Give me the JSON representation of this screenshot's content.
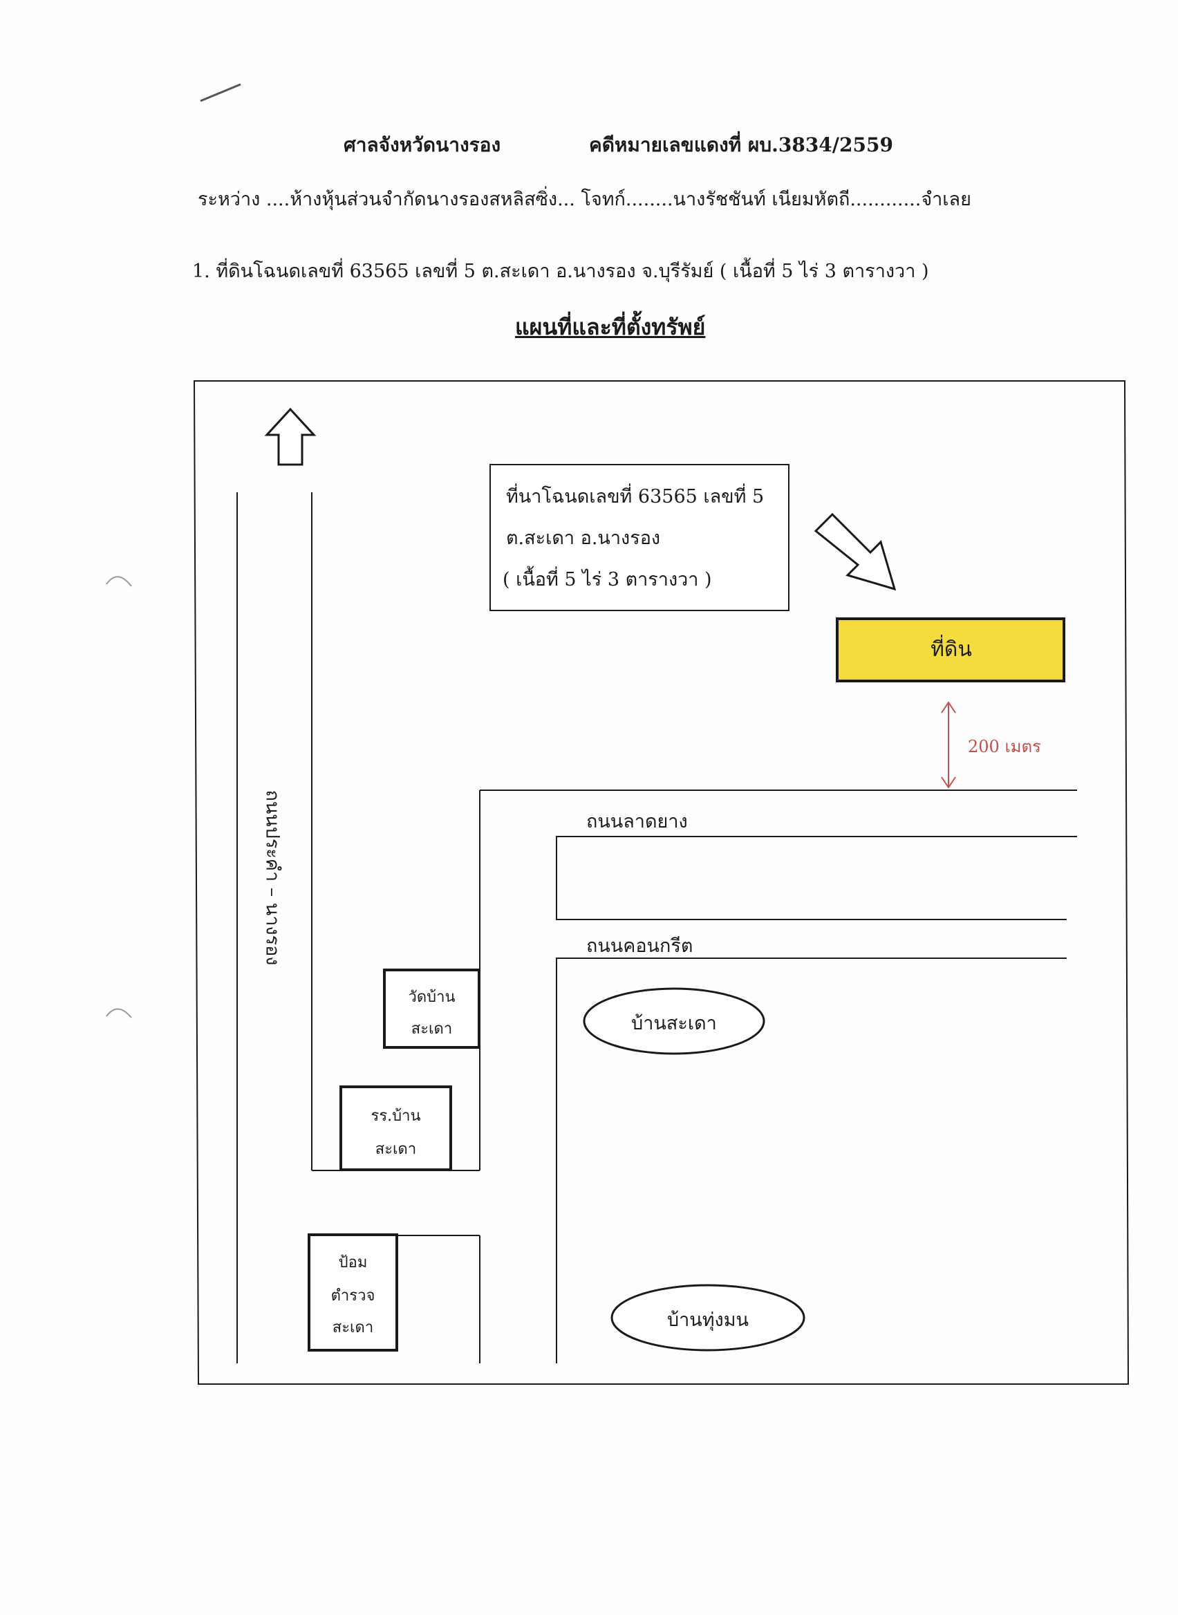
{
  "header": {
    "court": "ศาลจังหวัดนางรอง",
    "case_no": "คดีหมายเลขแดงที่ ผบ.3834/2559"
  },
  "parties_line": "ระหว่าง ....ห้างหุ้นส่วนจำกัดนางรองสหลิสซิ่ง... โจทก์........นางรัชชันท์ เนียมหัตถี............จำเลย",
  "item_line": "1.  ที่ดินโฉนดเลขที่ 63565 เลขที่ 5  ต.สะเดา อ.นางรอง จ.บุรีรัมย์ ( เนื้อที่ 5 ไร่ 3 ตารางวา )",
  "title": "แผนที่และที่ตั้งทรัพย์",
  "map": {
    "info_box": [
      "ที่นาโฉนดเลขที่ 63565 เลขที่ 5",
      "ต.สะเดา อ.นางรอง",
      "( เนื้อที่ 5 ไร่ 3 ตารางวา )"
    ],
    "land_label": "ที่ดิน",
    "distance": "200 เมตร",
    "road_vertical": "ถนนประคำ – นางรอง",
    "road_asphalt": "ถนนลาดยาง",
    "road_concrete": "ถนนคอนกรีต",
    "temple": [
      "วัดบ้าน",
      "สะเดา"
    ],
    "school": [
      "รร.บ้าน",
      "สะเดา"
    ],
    "police": [
      "ป้อม",
      "ตำรวจ",
      "สะเดา"
    ],
    "village_1": "บ้านสะเดา",
    "village_2": "บ้านทุ่งมน"
  },
  "colors": {
    "land_fill": "#f4dc3c",
    "distance_red": "#c0504d",
    "line": "#1a1a1a"
  }
}
